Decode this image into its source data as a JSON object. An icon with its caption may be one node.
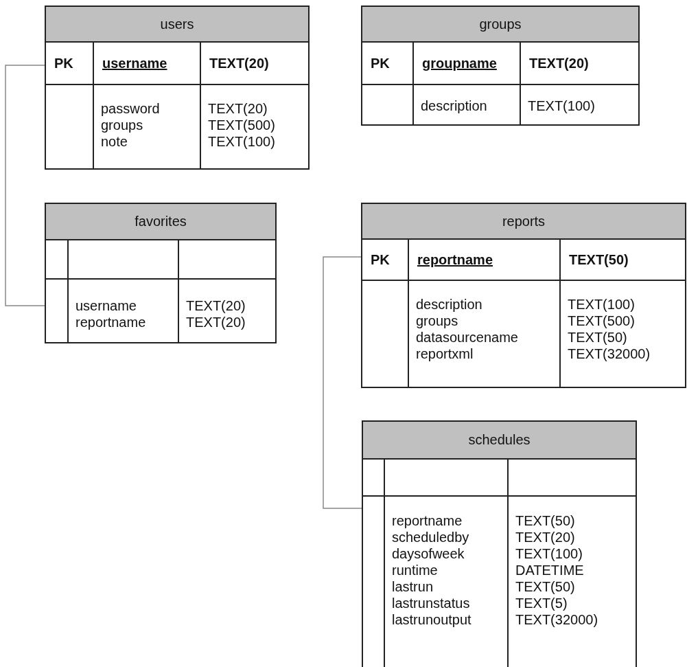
{
  "diagram": {
    "nodes": [
      {
        "text": [
          "users"
        ]
      },
      {
        "text": [
          "PK",
          "username",
          "TEXT(20)"
        ],
        "in": 0
      },
      {
        "text": [
          "password",
          "TEXT(20)",
          "groups",
          "TEXT(500)",
          "note",
          "TEXT(100)"
        ],
        "in": 0
      },
      {
        "text": [
          "groups"
        ]
      },
      {
        "text": [
          "PK",
          "groupname",
          "TEXT(20)"
        ],
        "in": 3
      },
      {
        "text": [
          "description",
          "TEXT(100)"
        ],
        "in": 3
      },
      {
        "text": [
          "favorites"
        ]
      },
      {
        "text": [],
        "shape": "box",
        "in": 6
      },
      {
        "text": [
          "username",
          "TEXT(20)",
          "reportname",
          "TEXT(20)"
        ],
        "in": 6
      },
      {
        "text": [
          "reports"
        ]
      },
      {
        "text": [
          "PK",
          "reportname",
          "TEXT(50)"
        ],
        "in": 9
      },
      {
        "text": [
          "description",
          "TEXT(100)",
          "groups",
          "TEXT(500)",
          "datasourcename",
          "TEXT(50)",
          "reportxml",
          "TEXT(32000)"
        ],
        "in": 9
      },
      {
        "text": [
          "schedules"
        ]
      },
      {
        "text": [],
        "shape": "box",
        "in": 12
      },
      {
        "text": [
          "reportname",
          "TEXT(50)",
          "scheduledby",
          "TEXT(20)",
          "daysofweek",
          "TEXT(100)",
          "runtime",
          "DATETIME",
          "lastrun",
          "TEXT(50)",
          "lastrunstatus",
          "TEXT(5)",
          "lastrunoutput",
          "TEXT(32000)"
        ],
        "in": 12
      }
    ],
    "edges": [
      {
        "from": 1,
        "to": 8,
        "arrow": "none"
      },
      {
        "from": 10,
        "to": 14,
        "arrow": "none"
      }
    ]
  }
}
